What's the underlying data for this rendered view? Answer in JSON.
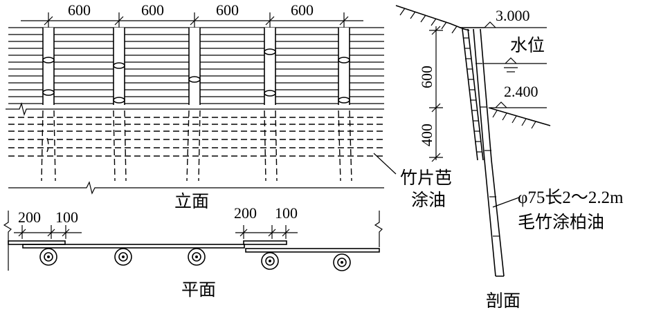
{
  "elevation": {
    "spacing_labels": [
      "600",
      "600",
      "600",
      "600"
    ],
    "title": "立面",
    "mat_label_line1": "竹片芭",
    "mat_label_line2": "涂油"
  },
  "plan": {
    "title": "平面",
    "dims_left": [
      "200",
      "100"
    ],
    "dims_right": [
      "200",
      "100"
    ]
  },
  "section": {
    "title": "剖面",
    "elev_top": "3.000",
    "water_level": "水位",
    "elev_low": "2.400",
    "dim_upper": "600",
    "dim_lower": "400",
    "pile_spec_line1": "φ75长2～2.2m",
    "pile_spec_line2": "毛竹涂柏油"
  }
}
